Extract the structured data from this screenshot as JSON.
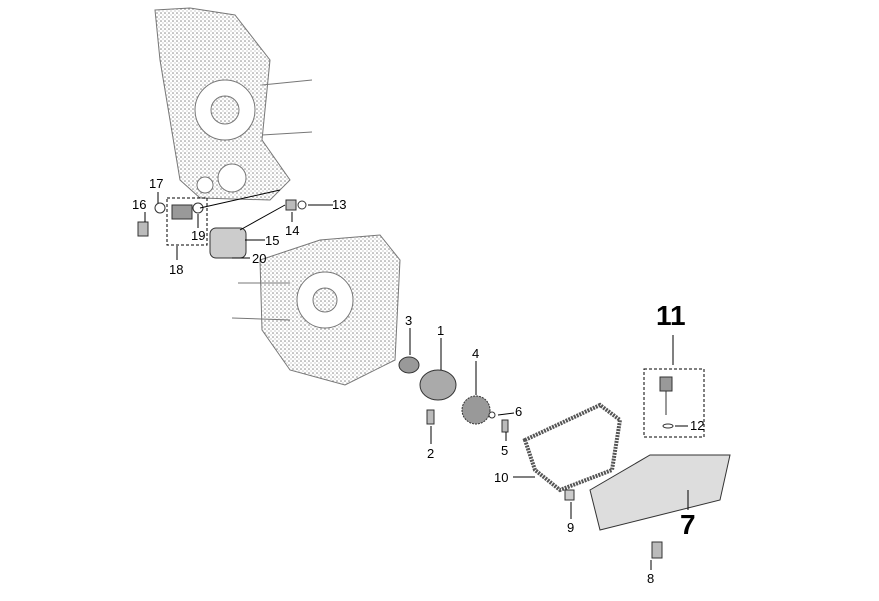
{
  "callouts": {
    "c1": "1",
    "c2": "2",
    "c3": "3",
    "c4": "4",
    "c5": "5",
    "c6": "6",
    "c7": "7",
    "c8": "8",
    "c9": "9",
    "c10": "10",
    "c11": "11",
    "c12": "12",
    "c13": "13",
    "c14": "14",
    "c15": "15",
    "c16": "16",
    "c17": "17",
    "c18": "18",
    "c19": "19",
    "c20": "20"
  },
  "colors": {
    "line": "#000000",
    "part": "#8a8a8a"
  }
}
